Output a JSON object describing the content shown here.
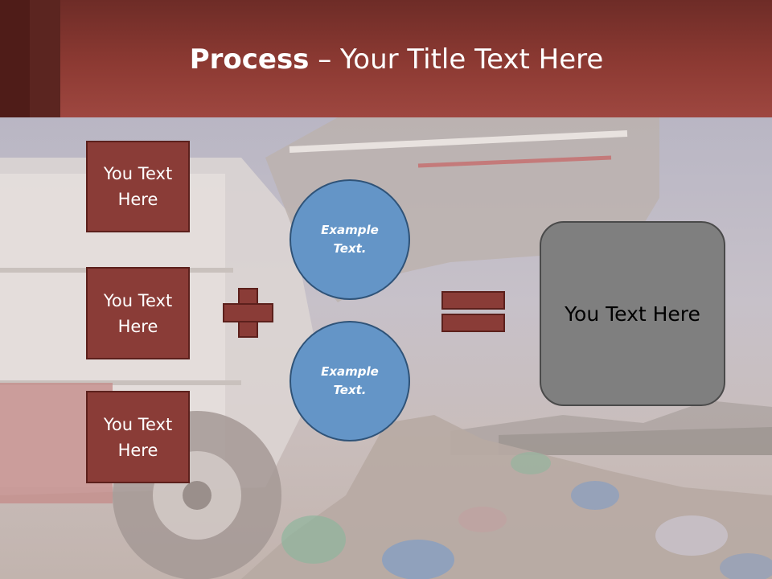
{
  "header": {
    "title_bold": "Process",
    "title_rest": " – Your Title Text Here"
  },
  "left_boxes": [
    {
      "label": "You Text Here"
    },
    {
      "label": "You Text Here"
    },
    {
      "label": "You Text Here"
    }
  ],
  "circles": [
    {
      "label": "Example Text."
    },
    {
      "label": "Example Text."
    }
  ],
  "result": {
    "label": "You Text Here"
  },
  "colors": {
    "header": "#8d3a33",
    "box_fill": "#8a3c37",
    "circle_fill": "#6495c7",
    "result_fill": "#7f7f7f"
  }
}
